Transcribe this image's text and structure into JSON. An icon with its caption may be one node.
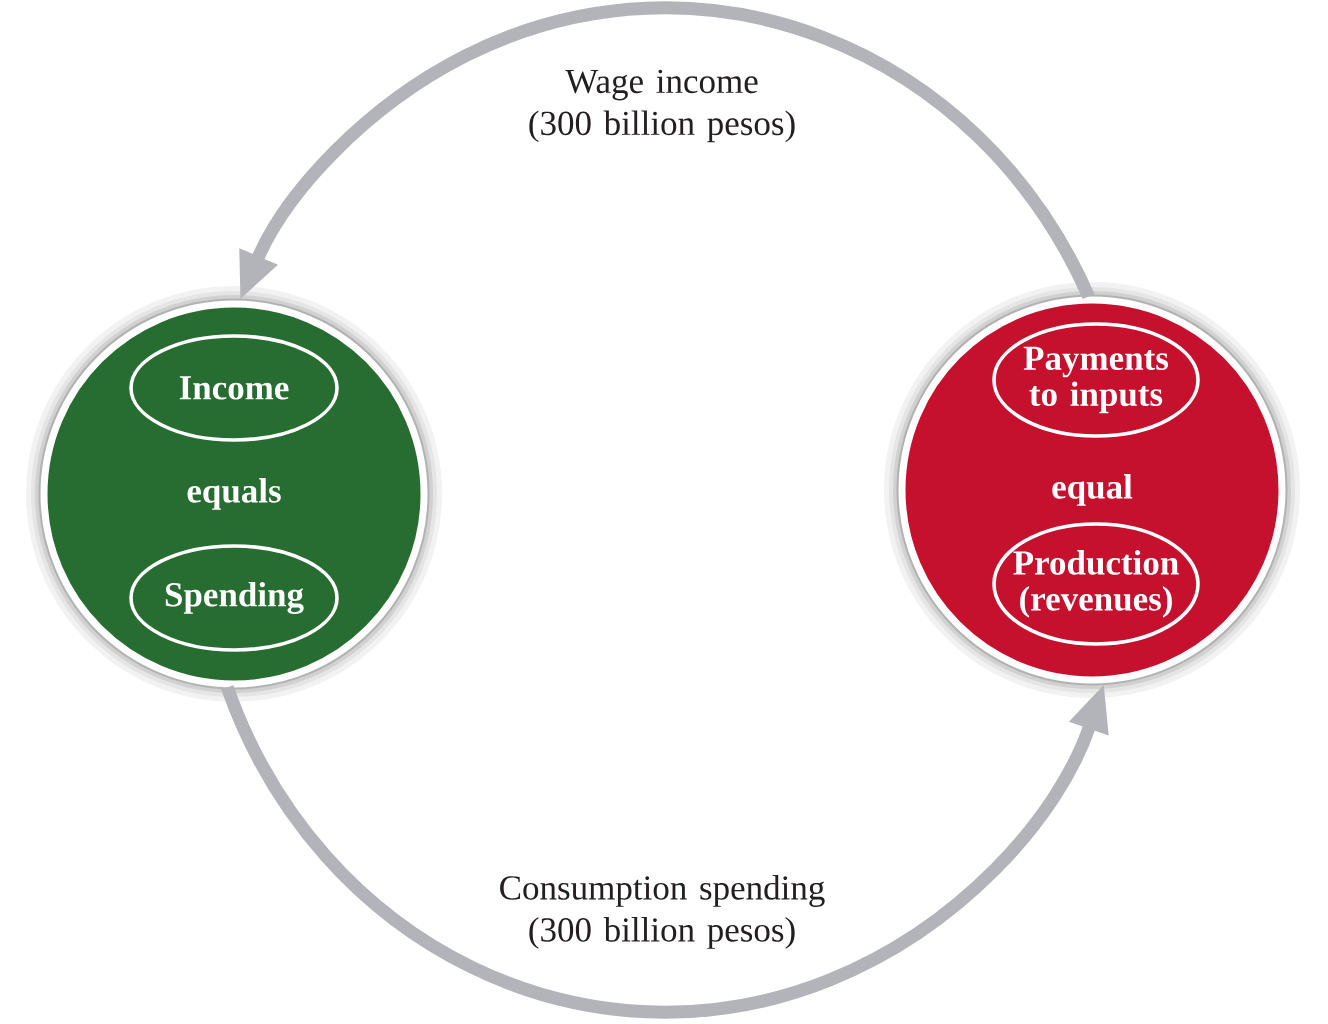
{
  "diagram": {
    "nodes": [
      {
        "text": [
          "equals"
        ]
      },
      {
        "text": [
          "Income"
        ],
        "in": 0
      },
      {
        "text": [
          "Spending"
        ],
        "in": 0
      },
      {
        "text": [
          "equal"
        ]
      },
      {
        "text": [
          "Payments to inputs"
        ],
        "in": 3
      },
      {
        "text": [
          "Production (revenues)"
        ],
        "in": 3
      }
    ],
    "edges": [
      {
        "from": 3,
        "to": 0,
        "arrow": "to",
        "label": "Wage income (300 billion pesos)"
      },
      {
        "from": 0,
        "to": 3,
        "arrow": "to",
        "label": "Consumption spending (300 billion pesos)"
      }
    ]
  }
}
